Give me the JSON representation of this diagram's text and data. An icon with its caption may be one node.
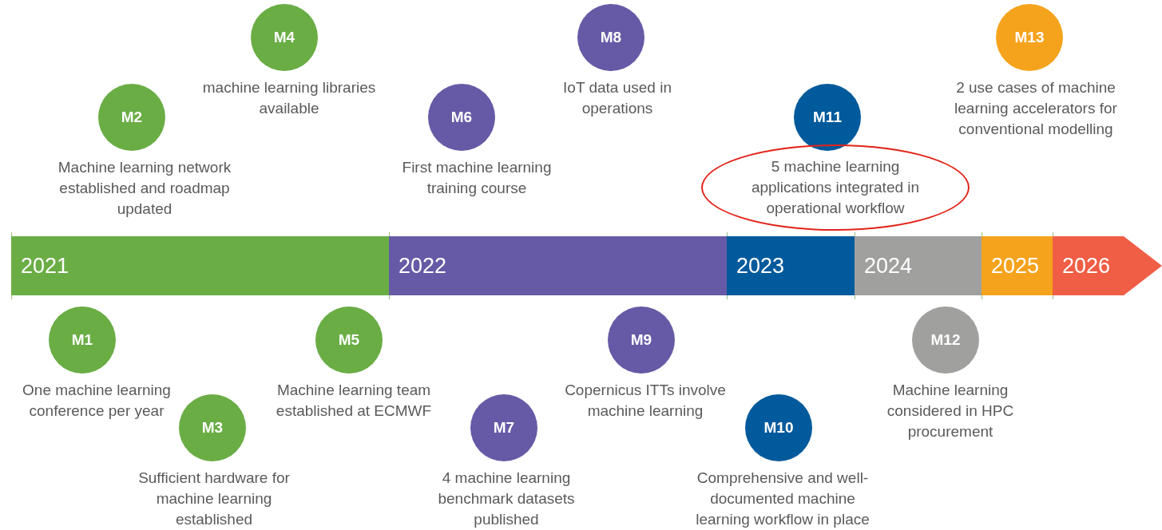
{
  "diagram": {
    "nodes": [
      {
        "text": [
          "2021"
        ]
      },
      {
        "text": [
          "2022"
        ]
      },
      {
        "text": [
          "2023"
        ]
      },
      {
        "text": [
          "2024"
        ]
      },
      {
        "text": [
          "2025"
        ]
      },
      {
        "text": [
          "2026"
        ]
      },
      {
        "text": [
          "M1"
        ],
        "beside": [
          "One machine learning conference per year"
        ]
      },
      {
        "text": [
          "M2"
        ],
        "beside": [
          "Machine learning network established and roadmap updated"
        ]
      },
      {
        "text": [
          "M3"
        ],
        "beside": [
          "Sufficient hardware for machine learning established"
        ]
      },
      {
        "text": [
          "M4"
        ],
        "beside": [
          "machine learning libraries available"
        ]
      },
      {
        "text": [
          "M5"
        ],
        "beside": [
          "Machine learning team established at ECMWF"
        ]
      },
      {
        "text": [
          "M6"
        ],
        "beside": [
          "First machine learning training course"
        ]
      },
      {
        "text": [
          "M7"
        ],
        "beside": [
          "4 machine learning benchmark datasets published"
        ]
      },
      {
        "text": [
          "M8"
        ],
        "beside": [
          "IoT data used in operations"
        ]
      },
      {
        "text": [
          "M9"
        ],
        "beside": [
          "Copernicus ITTs involve machine learning"
        ]
      },
      {
        "text": [
          "M10"
        ],
        "beside": [
          "Comprehensive and well-documented machine learning workflow in place"
        ]
      },
      {
        "text": [
          "M11"
        ]
      },
      {
        "text": [
          "5 machine learning applications integrated in operational workflow"
        ]
      },
      {
        "text": [
          "M12"
        ],
        "beside": [
          "Machine learning considered in HPC procurement"
        ]
      },
      {
        "text": [
          "M13"
        ],
        "beside": [
          "2 use cases of machine learning accelerators for conventional modelling"
        ]
      }
    ]
  }
}
